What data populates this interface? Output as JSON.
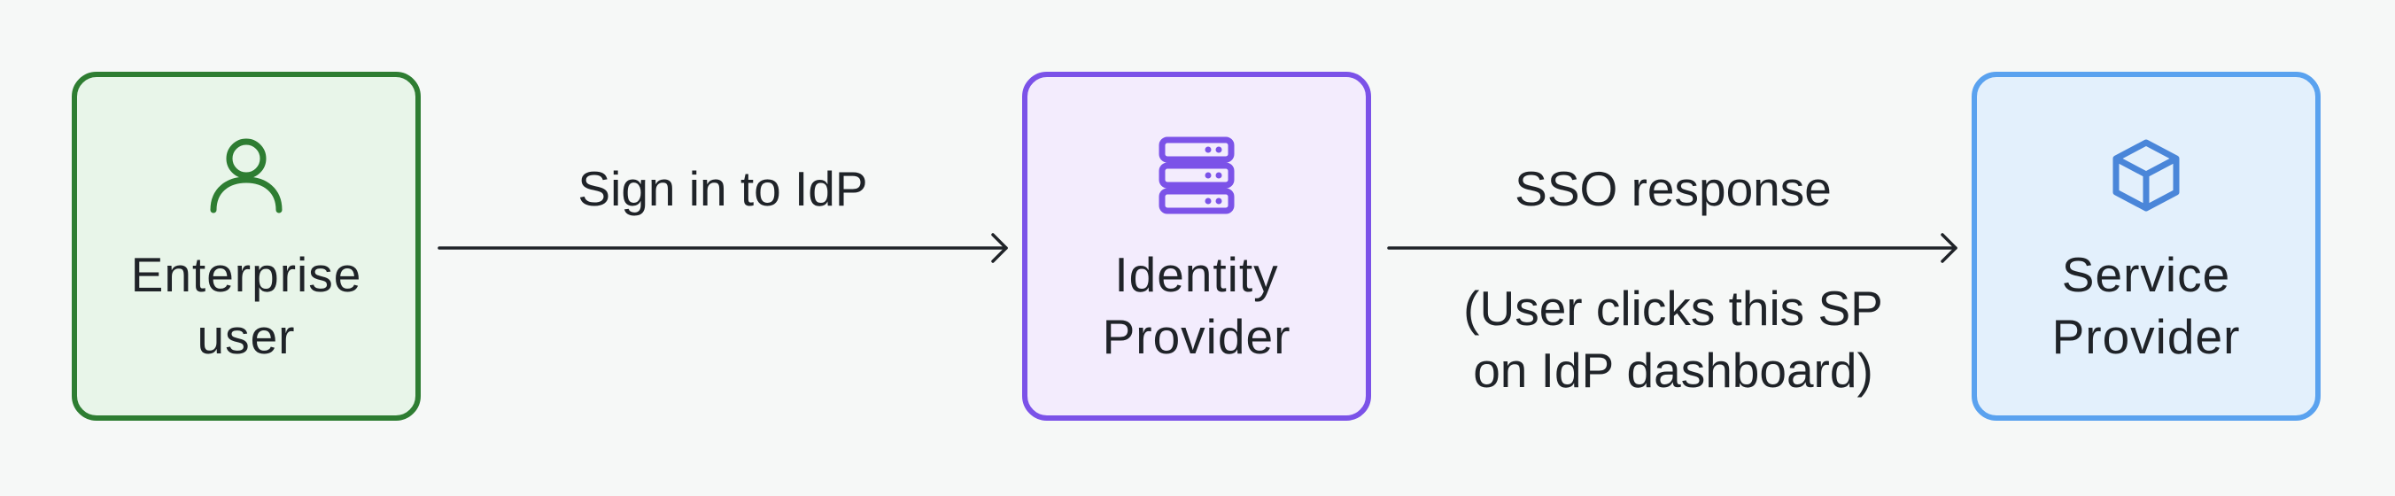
{
  "nodes": {
    "enterprise_user": {
      "label": "Enterprise\nuser",
      "icon": "user-icon",
      "color": "#2e7d32"
    },
    "identity_provider": {
      "label": "Identity\nProvider",
      "icon": "server-icon",
      "color": "#7b52e8"
    },
    "service_provider": {
      "label": "Service\nProvider",
      "icon": "cube-icon",
      "color": "#4a86d9"
    }
  },
  "edges": {
    "user_to_idp": {
      "label": "Sign in to IdP"
    },
    "idp_to_sp": {
      "label": "SSO response",
      "note": "(User clicks this SP\non IdP dashboard)"
    }
  }
}
